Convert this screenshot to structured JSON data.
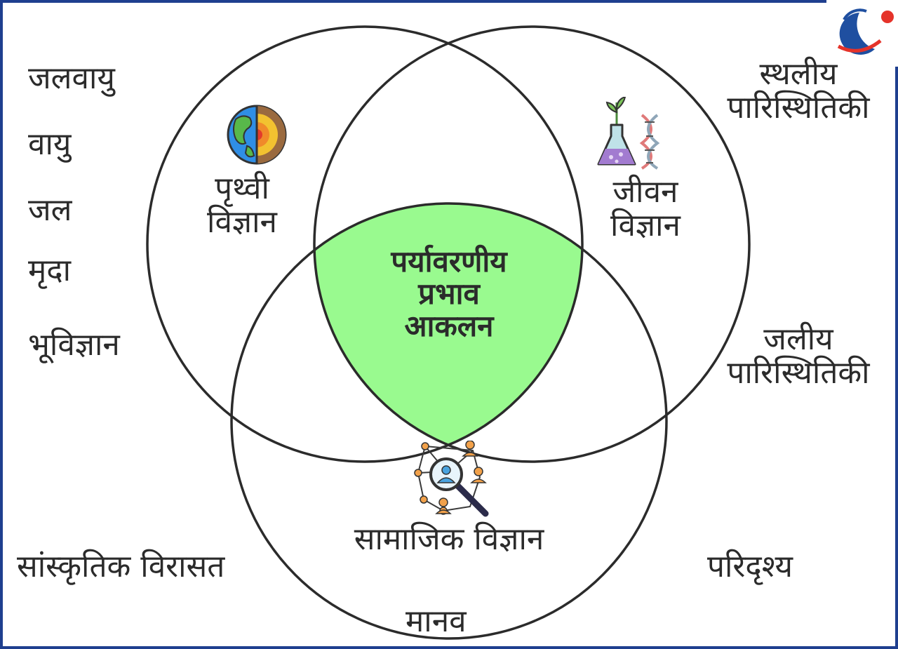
{
  "center": {
    "line1": "पर्यावरणीय",
    "line2": "प्रभाव",
    "line3": "आकलन"
  },
  "circles": {
    "earth": {
      "line1": "पृथ्वी",
      "line2": "विज्ञान"
    },
    "life": {
      "line1": "जीवन",
      "line2": "विज्ञान"
    },
    "social": {
      "label": "सामाजिक विज्ञान"
    }
  },
  "left_labels": [
    "जलवायु",
    "वायु",
    "जल",
    "मृदा",
    "भूविज्ञान"
  ],
  "right_labels": {
    "terrestrial": {
      "line1": "स्थलीय",
      "line2": "पारिस्थितिकी"
    },
    "aquatic": {
      "line1": "जलीय",
      "line2": "पारिस्थितिकी"
    }
  },
  "bottom_labels": {
    "heritage": "सांस्कृतिक विरासत",
    "human": "मानव",
    "landscape": "परिदृश्य"
  },
  "colors": {
    "border": "#1f3f8f",
    "circle_stroke": "#2b2b2b",
    "highlight": "#99fa8f",
    "text": "#2b2b2b",
    "logo_blue": "#1f4fa0",
    "logo_red": "#e5332a"
  },
  "icons": {
    "earth": "earth-globe-icon",
    "life": "flask-dna-icon",
    "social": "people-network-search-icon",
    "logo": "brand-logo-icon"
  }
}
